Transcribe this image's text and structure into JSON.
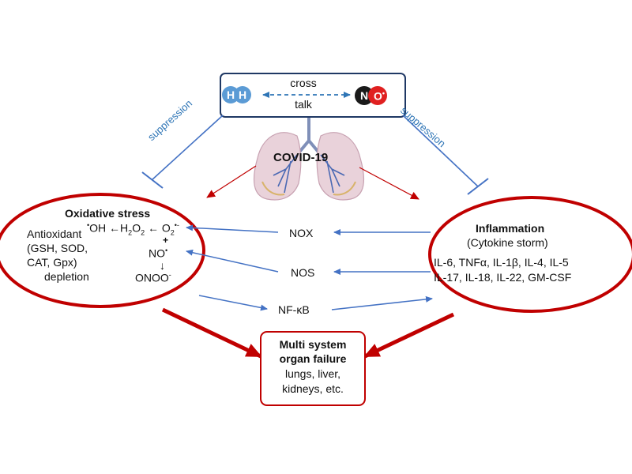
{
  "top_box": {
    "h_atom": "H",
    "cross": "cross",
    "talk": "talk",
    "n_atom": "N",
    "o_atom": "O",
    "o_radical": "•"
  },
  "center": {
    "covid": "COVID-19"
  },
  "suppression": {
    "left": "suppression",
    "right": "suppression"
  },
  "oxidative": {
    "title": "Oxidative stress",
    "oh_dot": "•",
    "oh": "OH",
    "arrow_l": "←",
    "h2o2_h": "H",
    "sub2": "2",
    "h2o2_o": "O",
    "o2": "O",
    "o2_sup": "•-",
    "plus": "+",
    "no": "NO",
    "no_dot": "•",
    "down_arrow": "↓",
    "onoo": "ONOO",
    "onoo_sup": "-",
    "antioxidant": [
      "Antioxidant",
      "(GSH, SOD,",
      "CAT, Gpx)",
      "depletion"
    ]
  },
  "inflammation": {
    "title": "Inflammation",
    "subtitle": "(Cytokine storm)",
    "line1": "IL-6, TNFα, IL-1β, IL-4, IL-5",
    "line2": "IL-17, IL-18, IL-22, GM-CSF"
  },
  "mediators": {
    "nox": "NOX",
    "nos": "NOS",
    "nfkb": "NF-κB"
  },
  "mof": {
    "title1": "Multi system",
    "title2": "organ failure",
    "line1": "lungs, liver,",
    "line2": "kidneys, etc."
  },
  "colors": {
    "red": "#c00000",
    "blue": "#4472c4",
    "navy": "#1f3864",
    "teal": "#2e75b6",
    "h_atom": "#5b9bd5",
    "n_atom": "#1a1a1a",
    "o_atom": "#e02020"
  }
}
